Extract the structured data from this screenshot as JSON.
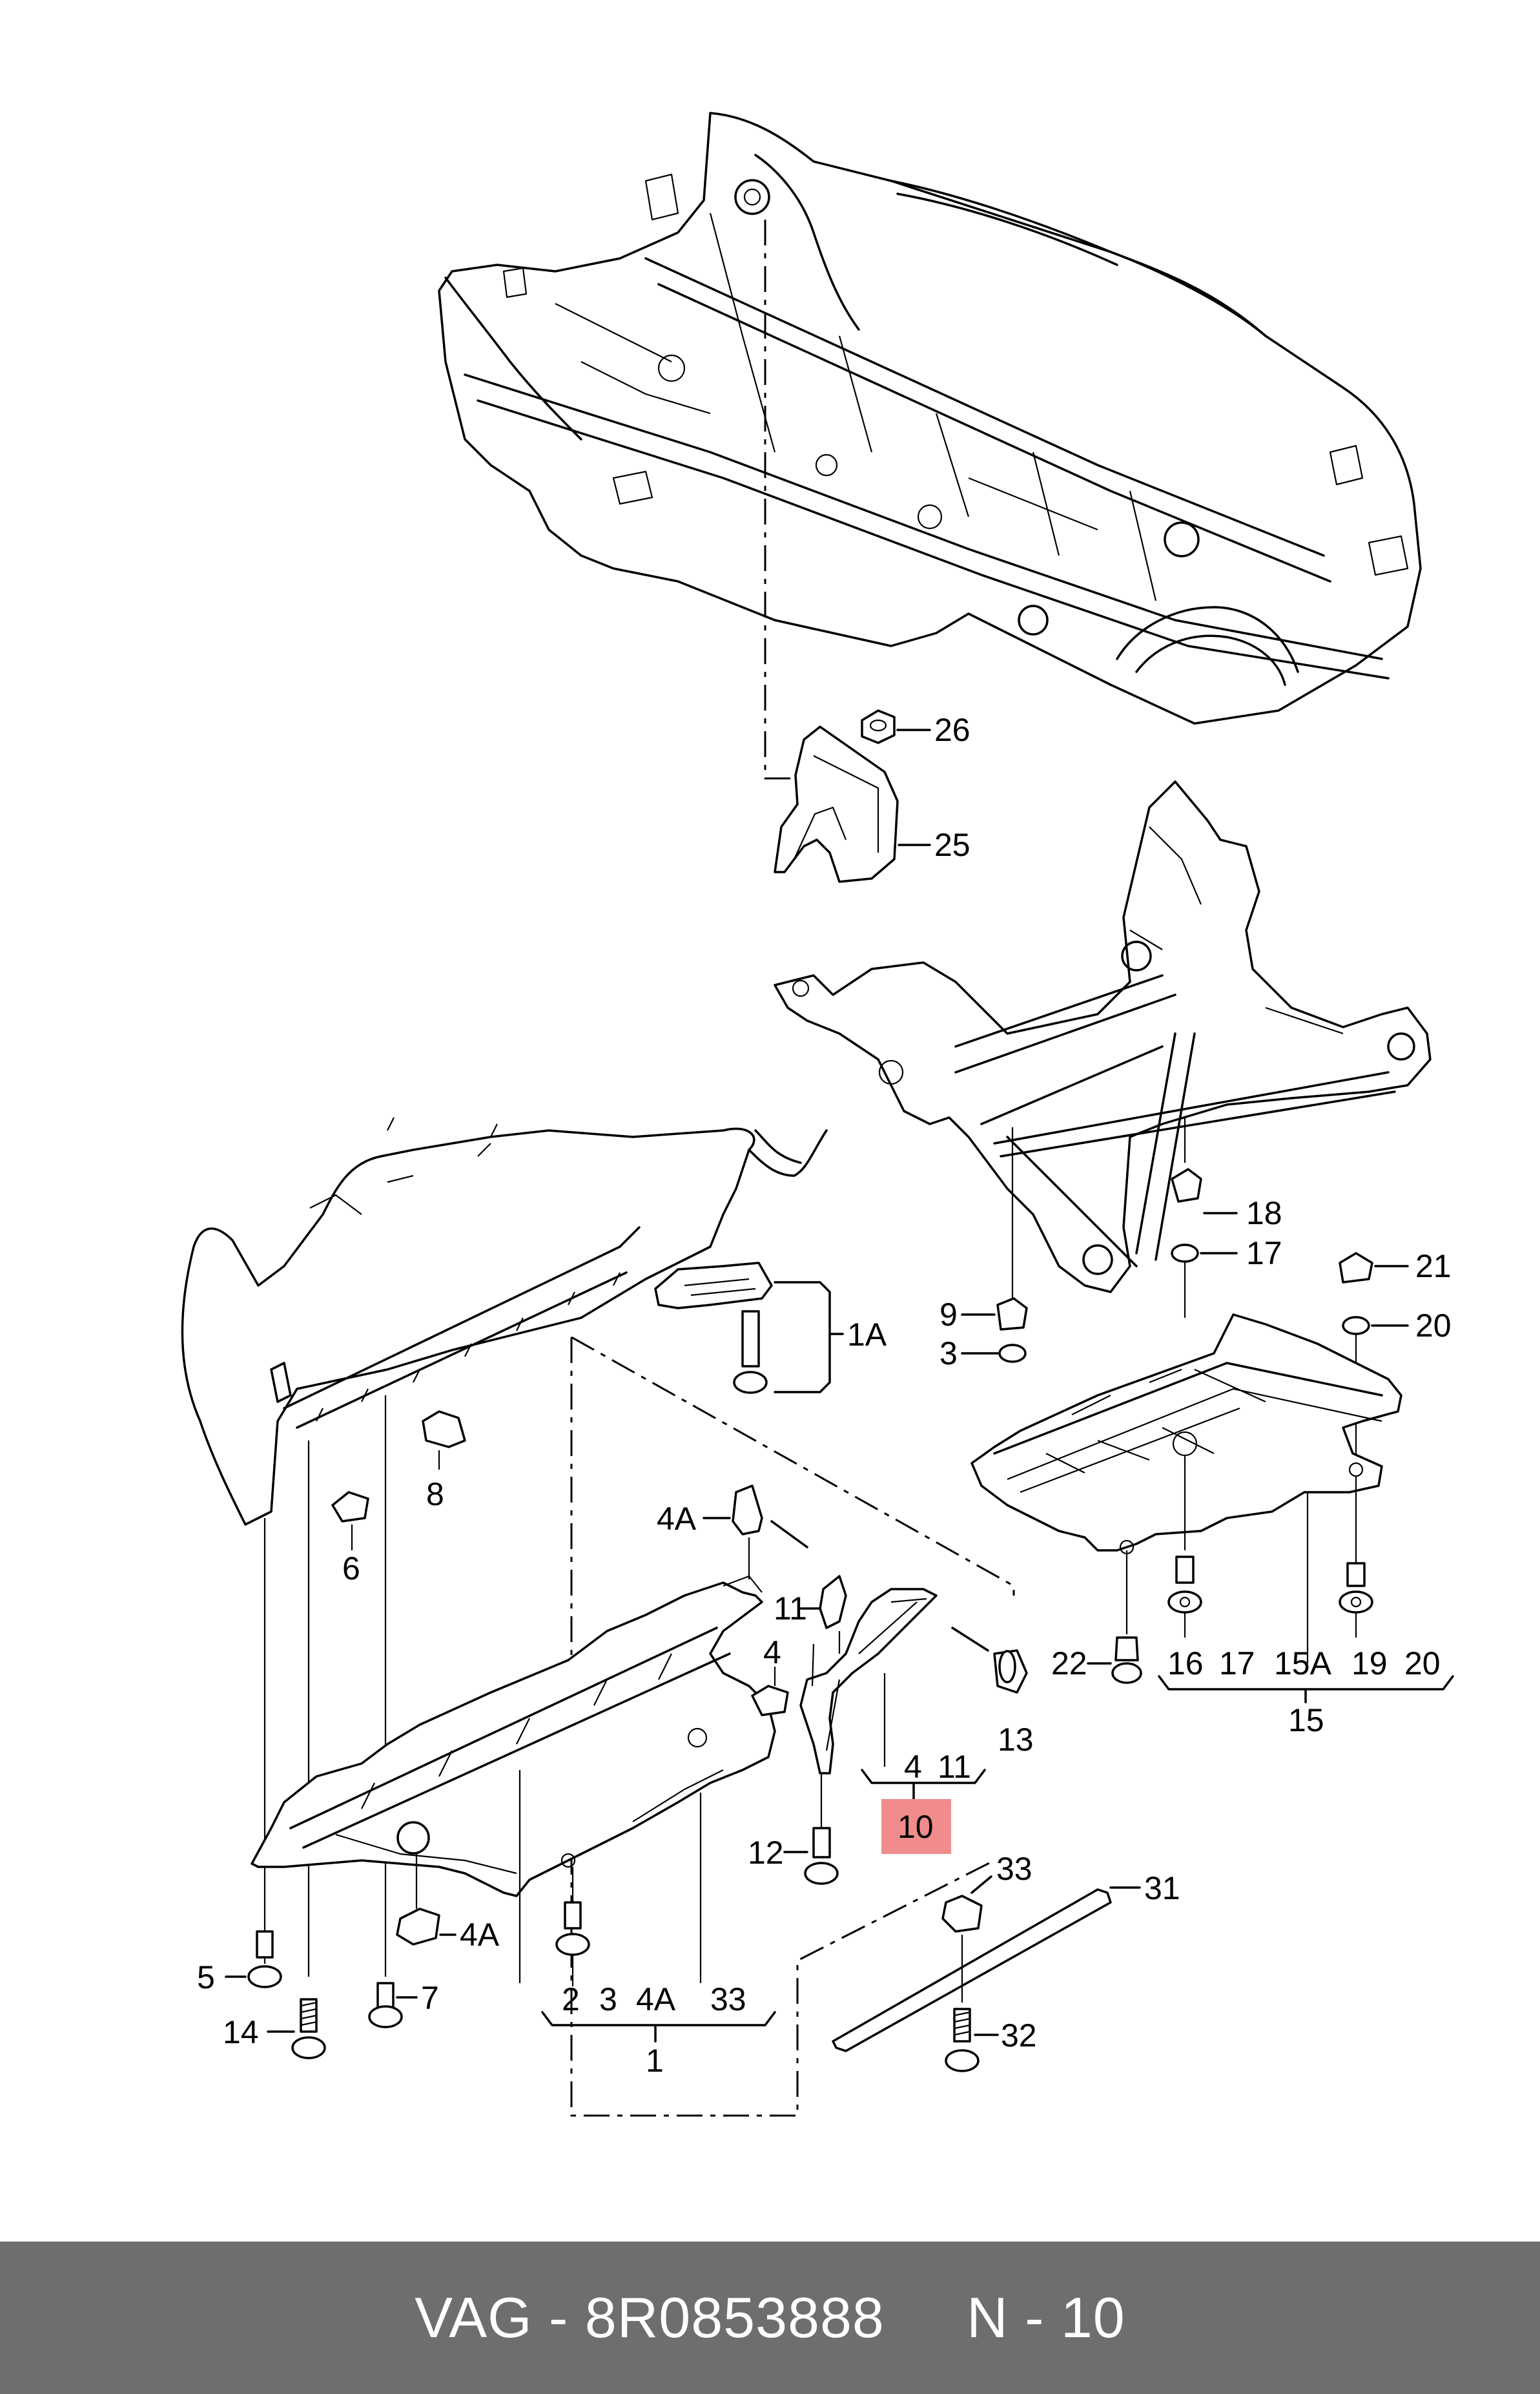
{
  "callouts": {
    "c26": "26",
    "c25": "25",
    "c1A": "1A",
    "c18": "18",
    "c17": "17",
    "c9": "9",
    "c3": "3",
    "c21": "21",
    "c20": "20",
    "c8": "8",
    "c6": "6",
    "c4A_top": "4A",
    "c11_top": "11",
    "c4_mid": "4",
    "c13": "13",
    "c22": "22",
    "c16_b": "16",
    "c17_b": "17",
    "c15A_b": "15A",
    "c19_b": "19",
    "c20_b": "20",
    "c15": "15",
    "c4_b": "4",
    "c11_b": "11",
    "c10": "10",
    "c12": "12",
    "c33_r": "33",
    "c31": "31",
    "c4A_low": "4A",
    "c5": "5",
    "c7": "7",
    "c14": "14",
    "c2_b": "2",
    "c3_b": "3",
    "c4A_b": "4A",
    "c33_b": "33",
    "c1": "1",
    "c32": "32"
  },
  "highlight_color": "#f08c8c",
  "footer": {
    "text": "VAG - 8R0853888     N - 10",
    "background": "#6e6e6e"
  }
}
